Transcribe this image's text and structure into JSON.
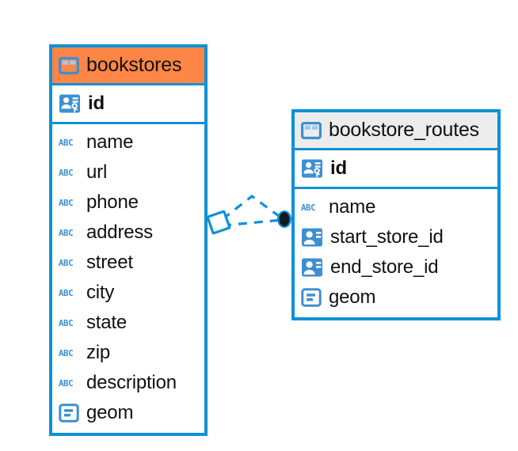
{
  "diagram": {
    "type": "entity-relationship-diagram",
    "background_color": "#ffffff",
    "accent_blue": "#0d91d8",
    "accent_orange": "#fd8546",
    "header_gray": "#ececec",
    "text_color": "#111111"
  },
  "entities": [
    {
      "name": "bookstores",
      "header_color": "#fd8546",
      "icon": "table-icon",
      "primary_keys": [
        {
          "label": "id",
          "icon": "primary-key-icon",
          "type": "pk"
        }
      ],
      "fields": [
        {
          "label": "name",
          "icon": "abc-icon",
          "type": "text"
        },
        {
          "label": "url",
          "icon": "abc-icon",
          "type": "text"
        },
        {
          "label": "phone",
          "icon": "abc-icon",
          "type": "text"
        },
        {
          "label": "address",
          "icon": "abc-icon",
          "type": "text"
        },
        {
          "label": "street",
          "icon": "abc-icon",
          "type": "text"
        },
        {
          "label": "city",
          "icon": "abc-icon",
          "type": "text"
        },
        {
          "label": "state",
          "icon": "abc-icon",
          "type": "text"
        },
        {
          "label": "zip",
          "icon": "abc-icon",
          "type": "text"
        },
        {
          "label": "description",
          "icon": "abc-icon",
          "type": "text"
        },
        {
          "label": "geom",
          "icon": "geometry-icon",
          "type": "geometry"
        }
      ]
    },
    {
      "name": "bookstore_routes",
      "header_color": "#ececec",
      "icon": "table-icon",
      "primary_keys": [
        {
          "label": "id",
          "icon": "primary-key-icon",
          "type": "pk"
        }
      ],
      "fields": [
        {
          "label": "name",
          "icon": "abc-icon",
          "type": "text"
        },
        {
          "label": "start_store_id",
          "icon": "foreign-key-icon",
          "type": "fk"
        },
        {
          "label": "end_store_id",
          "icon": "foreign-key-icon",
          "type": "fk"
        },
        {
          "label": "geom",
          "icon": "geometry-icon",
          "type": "geometry"
        }
      ]
    }
  ],
  "relationships": [
    {
      "from": "bookstores",
      "to": "bookstore_routes",
      "line_style": "dashed",
      "color": "#0d91d8",
      "source_marker": "diamond-marker",
      "target_marker": "filled-circle-marker",
      "edge_count": 2
    }
  ]
}
